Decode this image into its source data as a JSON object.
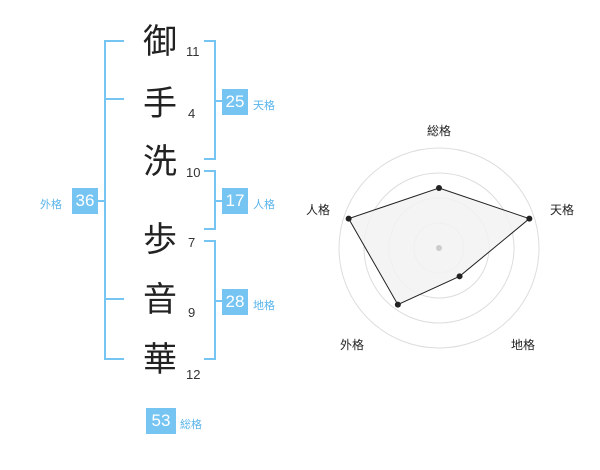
{
  "name": {
    "chars": [
      {
        "char": "御",
        "strokes": "11"
      },
      {
        "char": "手",
        "strokes": "4"
      },
      {
        "char": "洗",
        "strokes": "10"
      },
      {
        "char": "歩",
        "strokes": "7"
      },
      {
        "char": "音",
        "strokes": "9"
      },
      {
        "char": "華",
        "strokes": "12"
      }
    ]
  },
  "fortune": {
    "tenkaku": {
      "value": "25",
      "label": "天格"
    },
    "jinkaku": {
      "value": "17",
      "label": "人格"
    },
    "chikaku": {
      "value": "28",
      "label": "地格"
    },
    "gaikaku": {
      "value": "36",
      "label": "外格"
    },
    "soukaku": {
      "value": "53",
      "label": "総格"
    }
  },
  "colors": {
    "accent": "#75c4f2",
    "label": "#58b4ea",
    "radar_fill": "#f2f2f2"
  },
  "chart_data": {
    "type": "radar",
    "axes": [
      "総格",
      "天格",
      "地格",
      "外格",
      "人格"
    ],
    "values": [
      0.6,
      0.95,
      0.35,
      0.7,
      0.95
    ],
    "rings": 4,
    "max": 1
  }
}
